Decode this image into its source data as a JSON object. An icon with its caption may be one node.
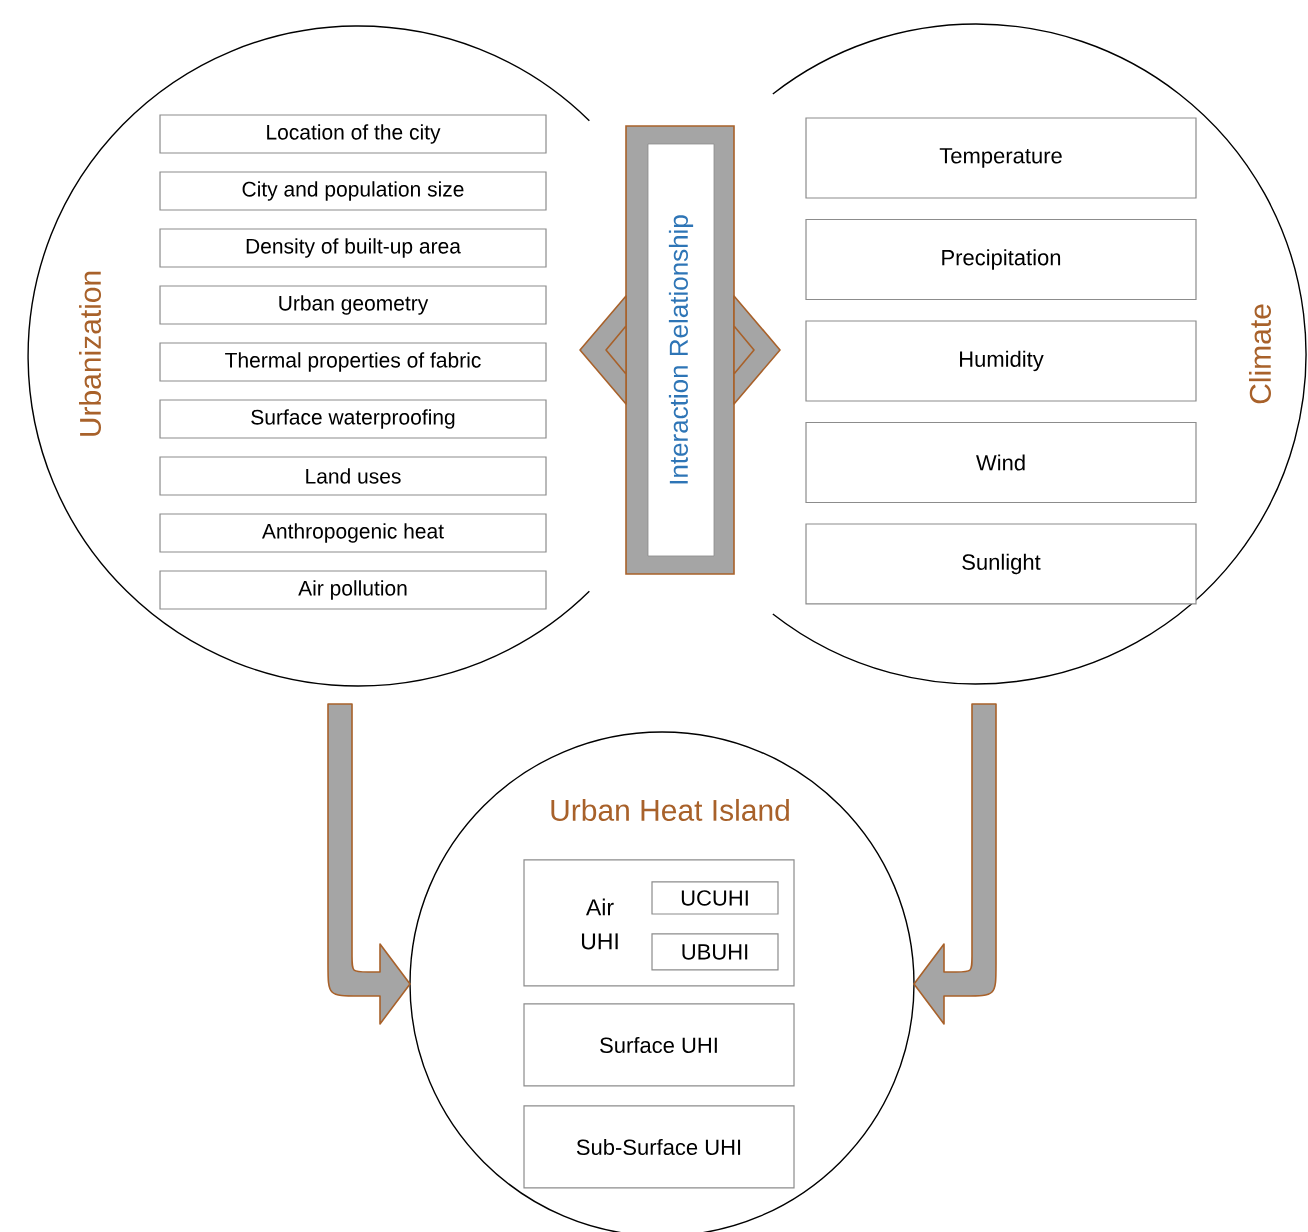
{
  "diagram": {
    "nodes": [
      {
        "text": [
          "Urbanization"
        ]
      },
      {
        "text": [
          "Location of the city"
        ],
        "in": 0
      },
      {
        "text": [
          "City and population size"
        ],
        "in": 0
      },
      {
        "text": [
          "Density of built-up area"
        ],
        "in": 0
      },
      {
        "text": [
          "Urban geometry"
        ],
        "in": 0
      },
      {
        "text": [
          "Thermal properties of fabric"
        ],
        "in": 0
      },
      {
        "text": [
          "Surface waterproofing"
        ],
        "in": 0
      },
      {
        "text": [
          "Land uses"
        ],
        "in": 0
      },
      {
        "text": [
          "Anthropogenic heat"
        ],
        "in": 0
      },
      {
        "text": [
          "Air pollution"
        ],
        "in": 0
      },
      {
        "text": [
          "Interaction Relationship"
        ]
      },
      {
        "text": [
          "Climate"
        ]
      },
      {
        "text": [
          "Temperature"
        ],
        "in": 11
      },
      {
        "text": [
          "Precipitation"
        ],
        "in": 11
      },
      {
        "text": [
          "Humidity"
        ],
        "in": 11
      },
      {
        "text": [
          "Wind"
        ],
        "in": 11
      },
      {
        "text": [
          "Sunlight"
        ],
        "in": 11
      },
      {
        "text": [
          "Urban Heat Island"
        ]
      },
      {
        "text": [
          "Air UHI"
        ],
        "in": 17
      },
      {
        "text": [
          "UCUHI"
        ],
        "in": 18
      },
      {
        "text": [
          "UBUHI"
        ],
        "in": 18
      },
      {
        "text": [
          "Surface UHI"
        ],
        "in": 17
      },
      {
        "text": [
          "Sub-Surface UHI"
        ],
        "in": 17
      }
    ],
    "edges": [
      {
        "from": 0,
        "to": 17,
        "arrow": "to"
      },
      {
        "from": 11,
        "to": 17,
        "arrow": "to"
      }
    ]
  }
}
